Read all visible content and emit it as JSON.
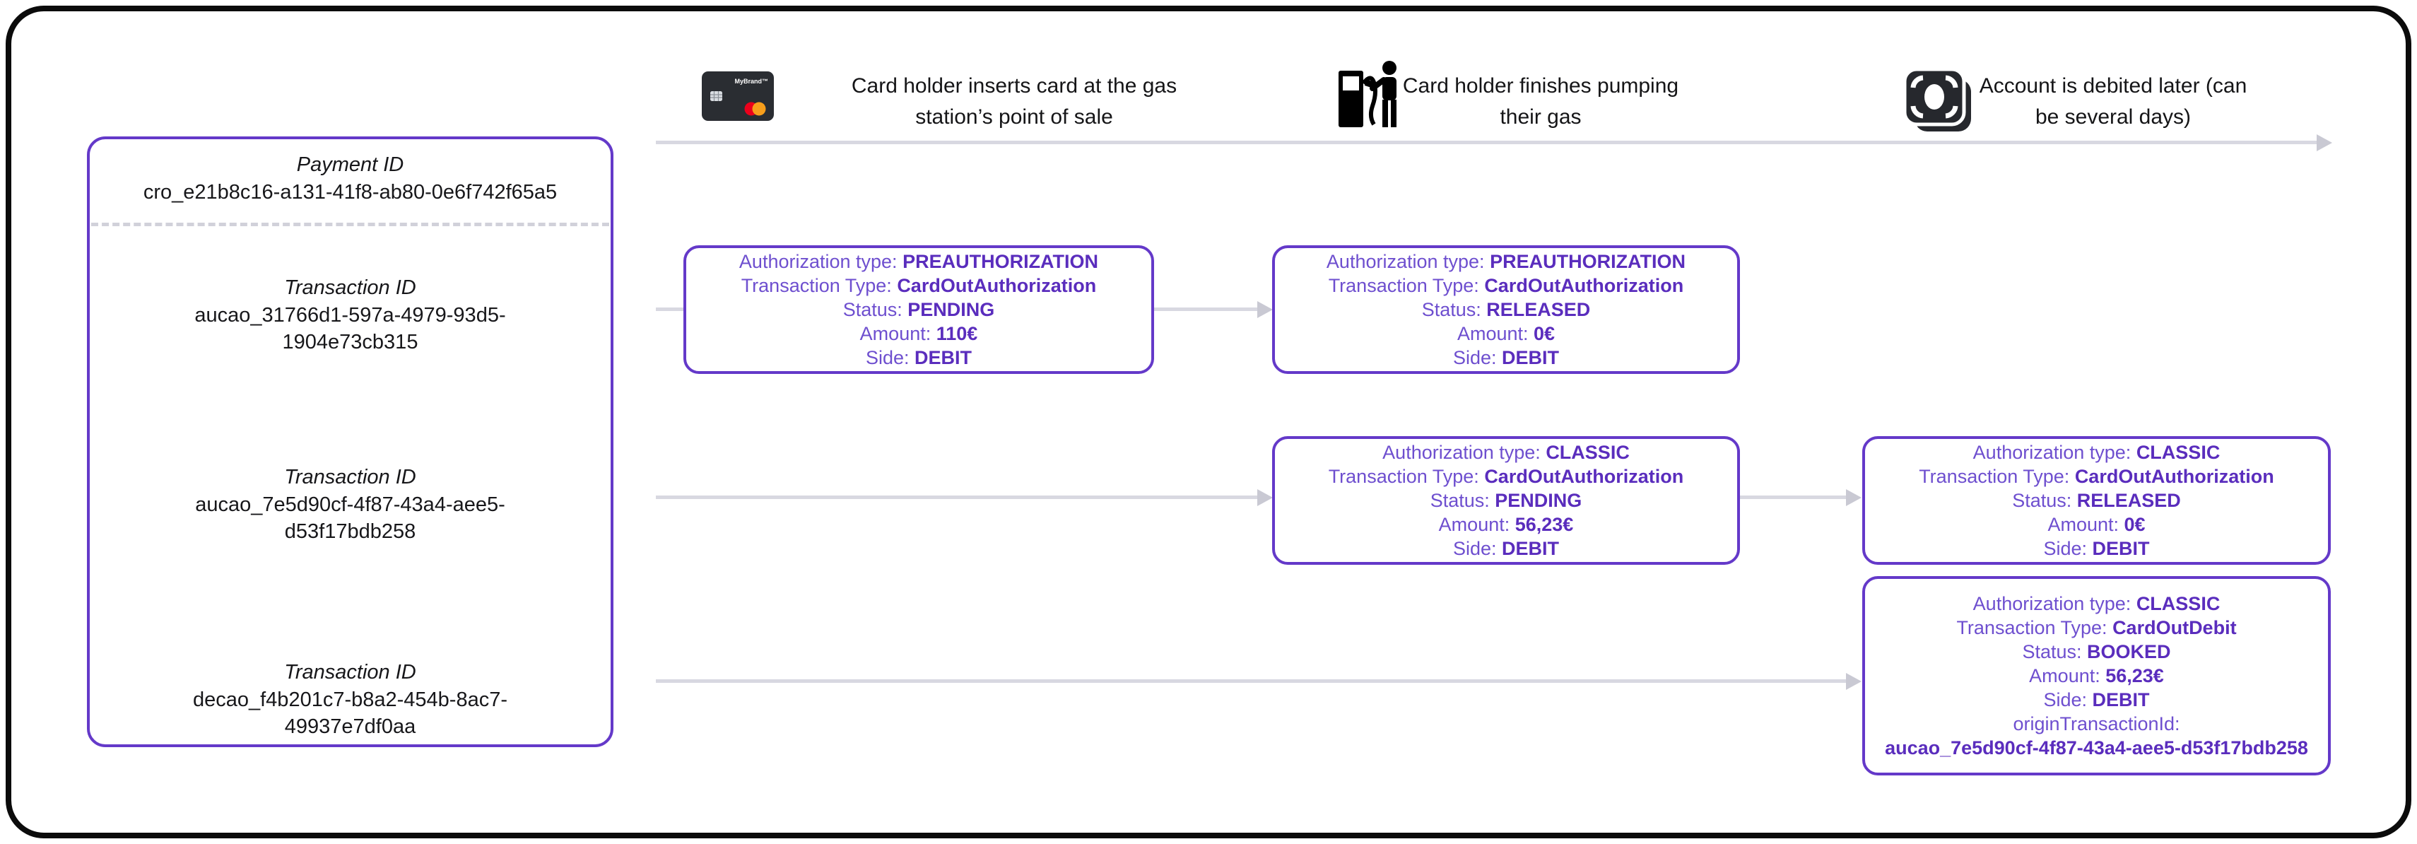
{
  "colors": {
    "accent_purple_border": "#6439c9",
    "detail_label_purple": "#6e4fcf",
    "detail_value_purple": "#5a2dbd",
    "arrow_gray": "#d8d8e1",
    "text_black": "#17171a",
    "card_red": "#EB001B",
    "card_orange": "#F79E1B"
  },
  "timeline": {
    "steps": [
      {
        "icon": "credit-card",
        "card_label": "MyBrand™",
        "caption": "Card holder inserts card at the gas station’s point of sale"
      },
      {
        "icon": "fuel-pump-person",
        "caption": "Card holder finishes pumping their gas"
      },
      {
        "icon": "banknote",
        "caption": "Account is debited later (can be several days)"
      }
    ]
  },
  "payment_panel": {
    "payment_label": "Payment ID",
    "payment_id": "cro_e21b8c16-a131-41f8-ab80-0e6f742f65a5",
    "transactions": [
      {
        "label": "Transaction ID",
        "id": "aucao_31766d1-597a-4979-93d5-1904e73cb315"
      },
      {
        "label": "Transaction ID",
        "id": "aucao_7e5d90cf-4f87-43a4-aee5-d53f17bdb258"
      },
      {
        "label": "Transaction ID",
        "id": "decao_f4b201c7-b8a2-454b-8ac7-49937e7df0aa"
      }
    ]
  },
  "detail_boxes": [
    {
      "name": "preauthorization-pending",
      "lines": [
        {
          "label": "Authorization type: ",
          "value": "PREAUTHORIZATION"
        },
        {
          "label": "Transaction Type: ",
          "value": "CardOutAuthorization"
        },
        {
          "label": "Status: ",
          "value": "PENDING"
        },
        {
          "label": "Amount: ",
          "value": "110€"
        },
        {
          "label": "Side: ",
          "value": "DEBIT"
        }
      ]
    },
    {
      "name": "preauthorization-released",
      "lines": [
        {
          "label": "Authorization type: ",
          "value": "PREAUTHORIZATION"
        },
        {
          "label": "Transaction Type: ",
          "value": "CardOutAuthorization"
        },
        {
          "label": "Status: ",
          "value": "RELEASED"
        },
        {
          "label": "Amount: ",
          "value": "0€"
        },
        {
          "label": "Side: ",
          "value": "DEBIT"
        }
      ]
    },
    {
      "name": "classic-pending",
      "lines": [
        {
          "label": "Authorization type: ",
          "value": "CLASSIC"
        },
        {
          "label": "Transaction Type: ",
          "value": "CardOutAuthorization"
        },
        {
          "label": "Status: ",
          "value": "PENDING"
        },
        {
          "label": "Amount: ",
          "value": "56,23€"
        },
        {
          "label": "Side: ",
          "value": "DEBIT"
        }
      ]
    },
    {
      "name": "classic-released",
      "lines": [
        {
          "label": "Authorization type: ",
          "value": "CLASSIC"
        },
        {
          "label": "Transaction Type: ",
          "value": "CardOutAuthorization"
        },
        {
          "label": "Status: ",
          "value": "RELEASED"
        },
        {
          "label": "Amount: ",
          "value": "0€"
        },
        {
          "label": "Side: ",
          "value": "DEBIT"
        }
      ]
    },
    {
      "name": "classic-booked",
      "lines": [
        {
          "label": "Authorization type: ",
          "value": "CLASSIC"
        },
        {
          "label": "Transaction Type: ",
          "value": "CardOutDebit"
        },
        {
          "label": "Status: ",
          "value": "BOOKED"
        },
        {
          "label": "Amount: ",
          "value": "56,23€"
        },
        {
          "label": "Side: ",
          "value": "DEBIT"
        },
        {
          "label": "originTransactionId:",
          "value": "aucao_7e5d90cf-4f87-43a4-aee5-d53f17bdb258"
        }
      ]
    }
  ]
}
